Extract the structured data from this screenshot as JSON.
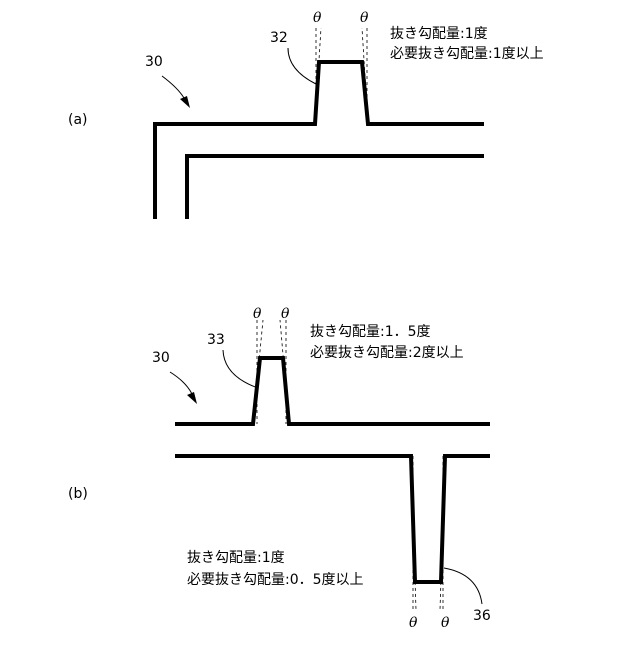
{
  "panel_a": {
    "label": "(a)",
    "ref_part": "30",
    "ref_rib": "32",
    "theta": "θ",
    "draft_angle": "抜き勾配量:1度",
    "required_draft": "必要抜き勾配量:1度以上"
  },
  "panel_b": {
    "label": "(b)",
    "ref_part": "30",
    "ref_rib_top": "33",
    "ref_rib_bottom": "36",
    "theta": "θ",
    "top_draft_angle": "抜き勾配量:1．5度",
    "top_required_draft": "必要抜き勾配量:2度以上",
    "bottom_draft_angle": "抜き勾配量:1度",
    "bottom_required_draft": "必要抜き勾配量:0．5度以上"
  }
}
